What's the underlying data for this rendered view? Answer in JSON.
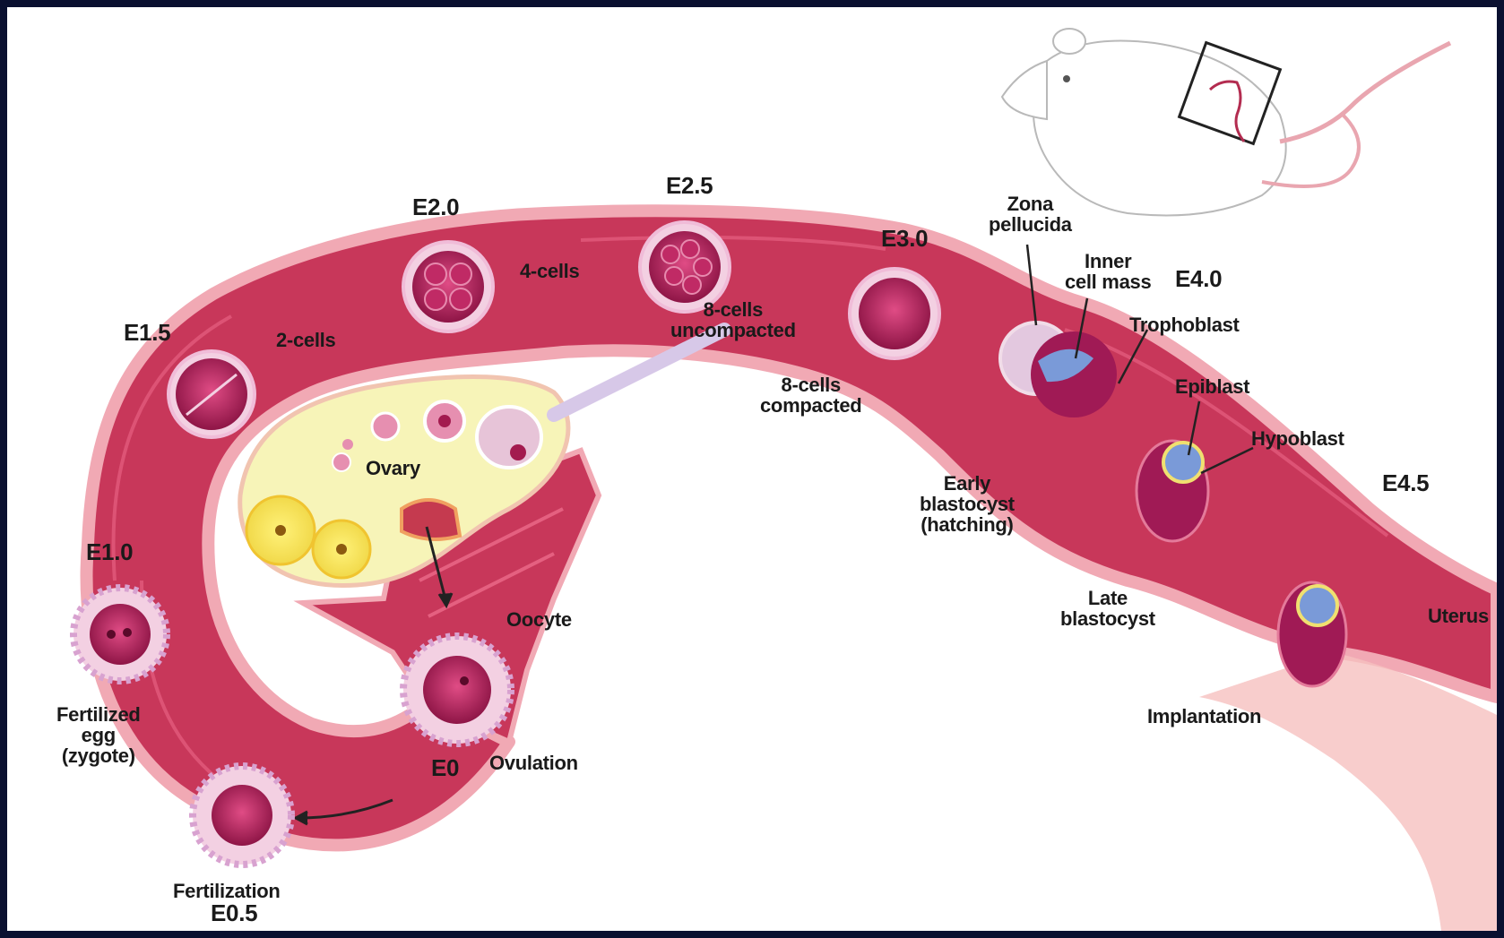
{
  "stages": {
    "e0": "E0",
    "e05": "E0.5",
    "e10": "E1.0",
    "e15": "E1.5",
    "e20": "E2.0",
    "e25": "E2.5",
    "e30": "E3.0",
    "e40": "E4.0",
    "e45": "E4.5"
  },
  "labels": {
    "fertilization": "Fertilization",
    "fertilized_egg": "Fertilized\negg\n(zygote)",
    "ovulation": "Ovulation",
    "oocyte": "Oocyte",
    "ovary": "Ovary",
    "two_cells": "2-cells",
    "four_cells": "4-cells",
    "eight_uncompacted": "8-cells\nuncompacted",
    "eight_compacted": "8-cells\ncompacted",
    "zona_pellucida": "Zona\npellucida",
    "inner_cell_mass": "Inner\ncell mass",
    "trophoblast": "Trophoblast",
    "epiblast": "Epiblast",
    "hypoblast": "Hypoblast",
    "early_blastocyst": "Early\nblastocyst\n(hatching)",
    "late_blastocyst": "Late\nblastocyst",
    "implantation": "Implantation",
    "uterus": "Uterus"
  },
  "colors": {
    "frame": "#0a1030",
    "tube": "#c8375a",
    "tube_light": "#f1a9b4",
    "ovary": "#f7f4b8",
    "embryo": "#b4205a",
    "zona": "#f3d0e2",
    "icm": "#7a9ad8"
  },
  "icons": {
    "mouse": "mouse-illustration"
  }
}
